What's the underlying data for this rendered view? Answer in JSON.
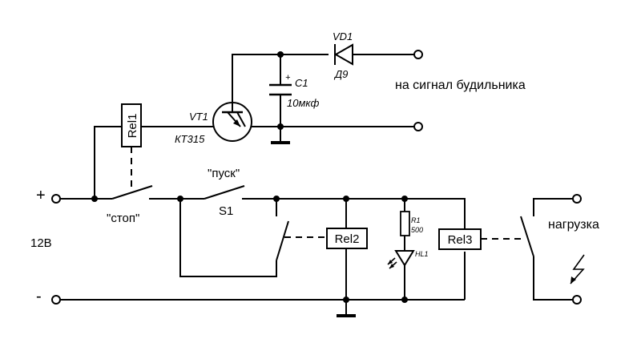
{
  "labels": {
    "vd1": "VD1",
    "d9": "Д9",
    "c1": "C1",
    "c1_value": "10мкф",
    "vt1": "VT1",
    "kt315": "КТ315",
    "rel1": "Rel1",
    "alarm_signal": "на сигнал будильника",
    "plus": "+",
    "minus": "-",
    "voltage": "12В",
    "stop": "\"стоп\"",
    "start": "\"пуск\"",
    "s1": "S1",
    "rel2": "Rel2",
    "r1": "R1",
    "r1_value": "500",
    "hl1": "HL1",
    "rel3": "Rel3",
    "load": "нагрузка"
  }
}
